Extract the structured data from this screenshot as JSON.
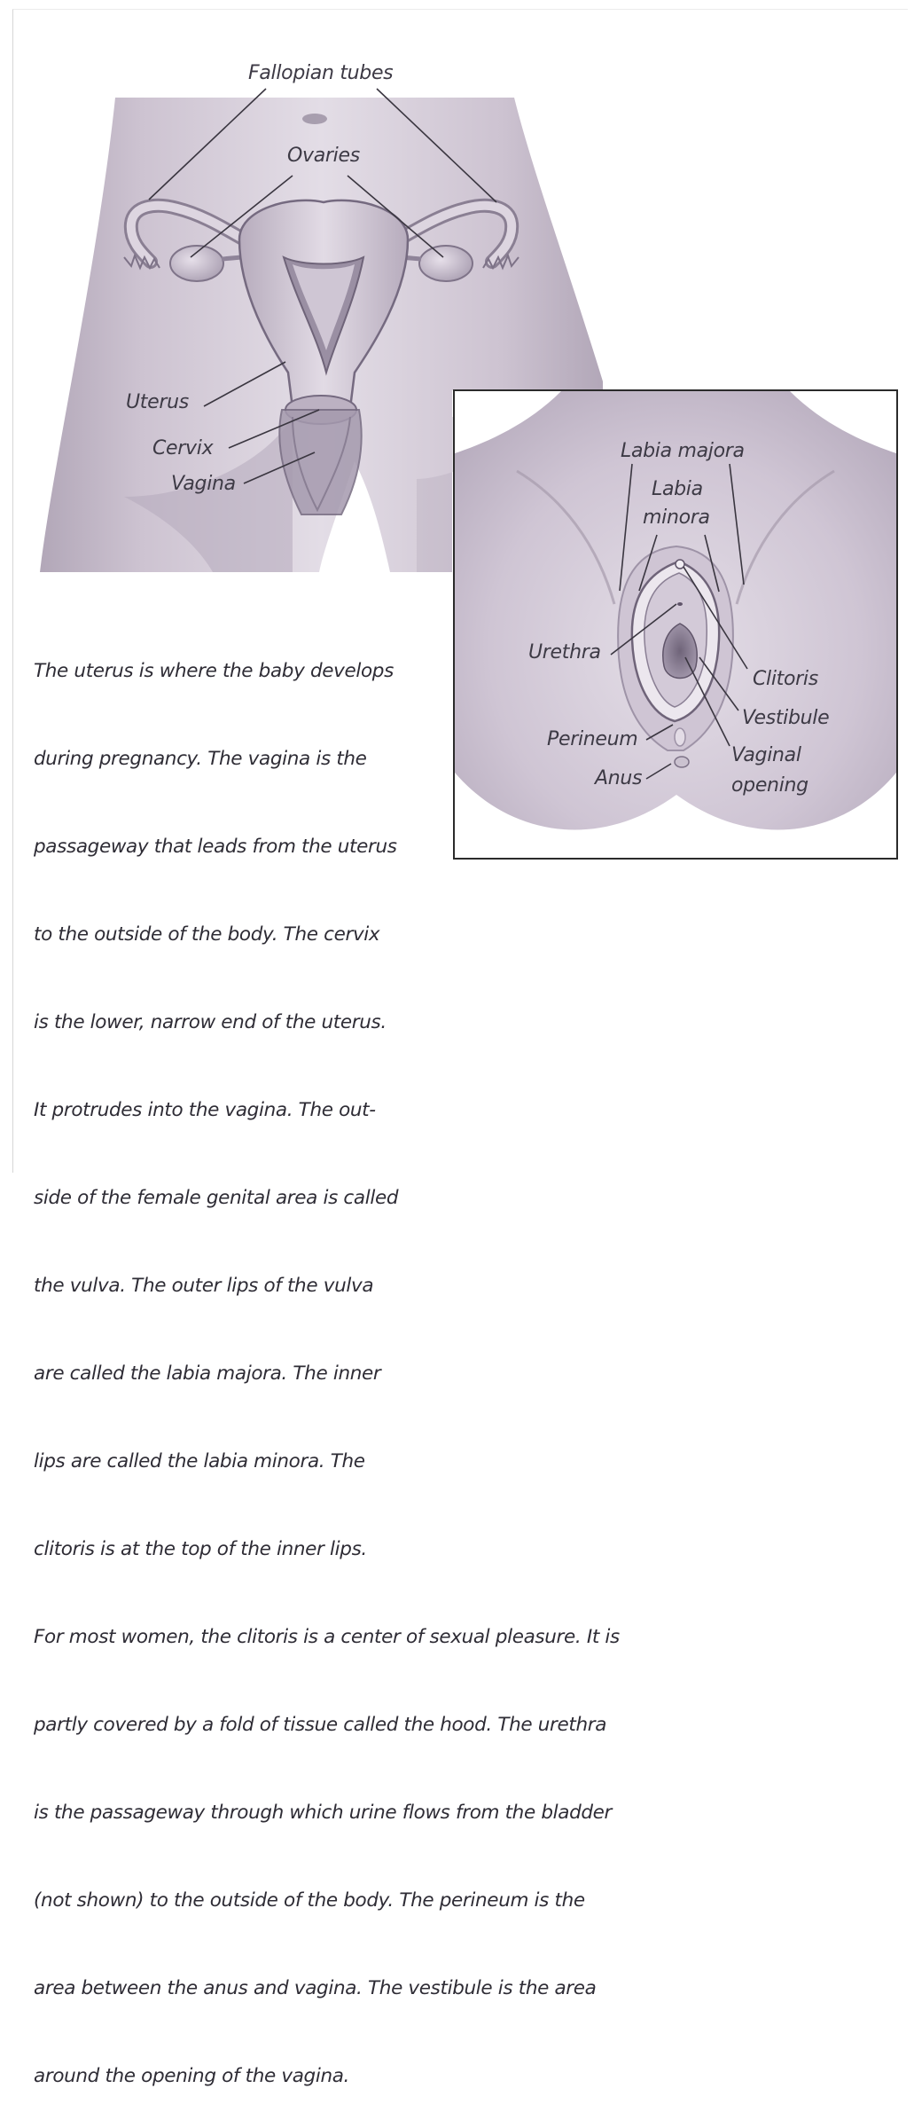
{
  "main_figure": {
    "labels": {
      "fallopian_tubes": "Fallopian tubes",
      "ovaries": "Ovaries",
      "uterus": "Uterus",
      "cervix": "Cervix",
      "vagina": "Vagina"
    }
  },
  "inset_figure": {
    "labels": {
      "labia_majora": "Labia majora",
      "labia_minora_line1": "Labia",
      "labia_minora_line2": "minora",
      "urethra": "Urethra",
      "clitoris": "Clitoris",
      "vestibule": "Vestibule",
      "perineum": "Perineum",
      "vaginal_opening_line1": "Vaginal",
      "vaginal_opening_line2": "opening",
      "anus": "Anus"
    }
  },
  "caption": {
    "lines": [
      "The uterus is where the baby develops",
      "during pregnancy. The vagina is the",
      "passageway that leads from the uterus",
      "to the outside of the body. The cervix",
      "is the lower, narrow end of the uterus.",
      "It protrudes into the vagina. The out-",
      "side of the female genital area is called",
      "the vulva. The outer lips of the vulva",
      "are called the labia majora. The inner",
      "lips are called the labia minora. The",
      "clitoris is at the top of the inner lips.",
      "For most women, the clitoris is a center of sexual pleasure. It is",
      "partly covered by a fold of tissue called the hood. The urethra",
      "is the passageway through which urine flows from the bladder",
      "(not shown) to the outside of the body. The perineum is the",
      "area between the anus and vagina. The vestibule is the area",
      "around the opening of the vagina."
    ]
  },
  "colors": {
    "skin": "#c7bdcc",
    "skin_shadow": "#a398ab",
    "skin_light": "#e6e0e8",
    "organ": "#d8cfdc",
    "organ_dark": "#8f8499",
    "line": "#3a3640",
    "text": "#2e2c35"
  }
}
